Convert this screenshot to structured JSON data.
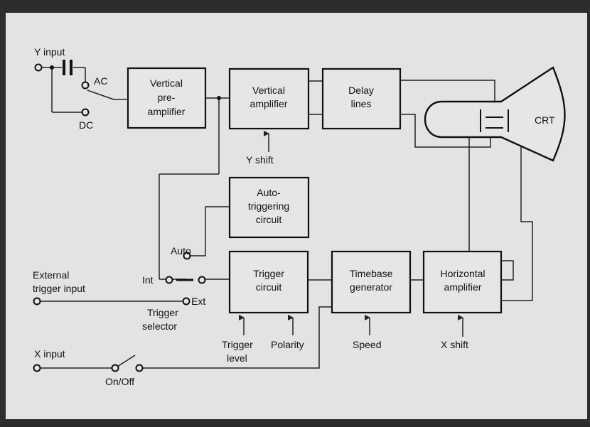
{
  "diagram": {
    "blocks": {
      "vertical_preamp": [
        "Vertical",
        "pre-",
        "amplifier"
      ],
      "vertical_amp": [
        "Vertical",
        "amplifier"
      ],
      "delay_lines": [
        "Delay",
        "lines"
      ],
      "auto_trigger": [
        "Auto-",
        "triggering",
        "circuit"
      ],
      "trigger_circuit": [
        "Trigger",
        "circuit"
      ],
      "timebase": [
        "Timebase",
        "generator"
      ],
      "horizontal_amp": [
        "Horizontal",
        "amplifier"
      ]
    },
    "labels": {
      "y_input": "Y input",
      "ac": "AC",
      "dc": "DC",
      "crt": "CRT",
      "y_shift": "Y shift",
      "auto": "Auto",
      "external_trigger": [
        "External",
        "trigger input"
      ],
      "int": "Int",
      "ext": "Ext",
      "trigger_selector": [
        "Trigger",
        "selector"
      ],
      "trigger_level": [
        "Trigger",
        "level"
      ],
      "polarity": "Polarity",
      "speed": "Speed",
      "x_shift": "X shift",
      "x_input": "X input",
      "on_off": "On/Off"
    }
  }
}
